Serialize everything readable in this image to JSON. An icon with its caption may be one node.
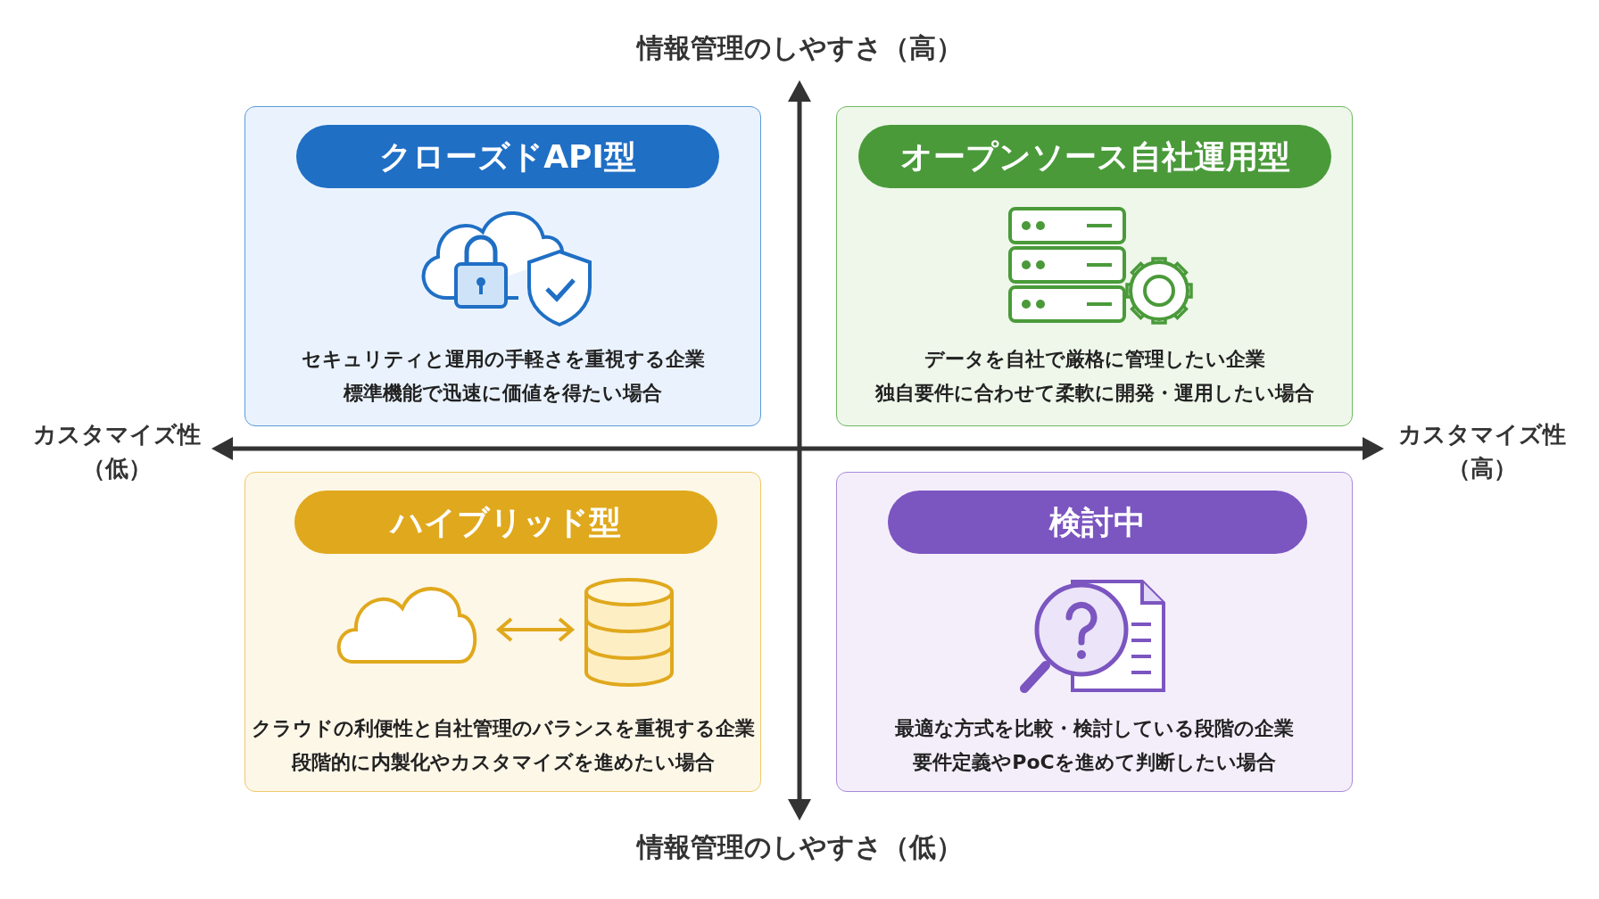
{
  "diagram": {
    "nodes": [
      {
        "text": [
          "クローズドAPI型",
          "セキュリティと運用の手軽さを重視する企業",
          "標準機能で迅速に価値を得たい場合"
        ]
      },
      {
        "text": [
          "オープンソース自社運用型",
          "データを自社で厳格に管理したい企業",
          "独自要件に合わせて柔軟に開発・運用したい場合"
        ]
      },
      {
        "text": [
          "ハイブリッド型",
          "クラウドの利便性と自社管理のバランスを重視する企業",
          "段階的に内製化やカスタマイズを進めたい場合"
        ]
      },
      {
        "text": [
          "検討中",
          "最適な方式を比較・検討している段階の企業",
          "要件定義やPoCを進めて判断したい場合"
        ]
      }
    ],
    "labels": [
      "情報管理のしやすさ（高）",
      "カスタマイズ性（低）",
      "カスタマイズ性（高）",
      "情報管理のしやすさ（低）"
    ]
  }
}
